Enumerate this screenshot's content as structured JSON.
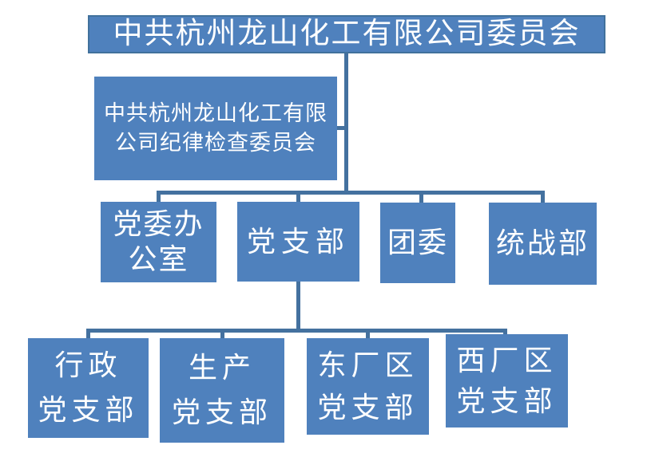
{
  "diagram": {
    "type": "org-chart",
    "colors": {
      "node_fill": "#4f81bd",
      "node_border": "#41719c",
      "connector": "#44719f",
      "text": "#ffffff",
      "background": "#ffffff"
    },
    "nodes": {
      "committee": {
        "label": "中共杭州龙山化工有限公司委员会",
        "lines": [
          "中共杭州龙山化工有限公司委员会"
        ]
      },
      "discipline": {
        "label": "中共杭州龙山化工有限公司纪律检查委员会",
        "lines": [
          "中共杭州龙山化工有限",
          "公司纪律检查委员会"
        ]
      },
      "party_office": {
        "label": "党委办公室",
        "lines": [
          "党委办",
          "公室"
        ]
      },
      "party_branch": {
        "label": "党支部",
        "lines": [
          "党支部"
        ]
      },
      "youth_league": {
        "label": "团委",
        "lines": [
          "团委"
        ]
      },
      "united_front": {
        "label": "统战部",
        "lines": [
          "统战部"
        ]
      },
      "admin_branch": {
        "label": "行政党支部",
        "lines": [
          "行政",
          "党支部"
        ]
      },
      "production_branch": {
        "label": "生产党支部",
        "lines": [
          "生产",
          "党支部"
        ]
      },
      "east_branch": {
        "label": "东厂区党支部",
        "lines": [
          "东厂区",
          "党支部"
        ]
      },
      "west_branch": {
        "label": "西厂区党支部",
        "lines": [
          "西厂区",
          "党支部"
        ]
      }
    },
    "hierarchy": {
      "root": "committee",
      "edges": [
        {
          "from": "committee",
          "to": "discipline"
        },
        {
          "from": "committee",
          "to": "party_office"
        },
        {
          "from": "committee",
          "to": "party_branch"
        },
        {
          "from": "committee",
          "to": "youth_league"
        },
        {
          "from": "committee",
          "to": "united_front"
        },
        {
          "from": "party_branch",
          "to": "admin_branch"
        },
        {
          "from": "party_branch",
          "to": "production_branch"
        },
        {
          "from": "party_branch",
          "to": "east_branch"
        },
        {
          "from": "party_branch",
          "to": "west_branch"
        }
      ]
    }
  }
}
